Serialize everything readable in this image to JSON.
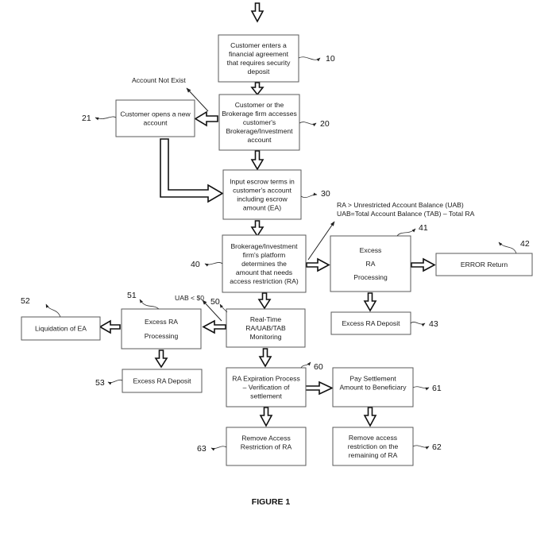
{
  "figure": {
    "caption": "FIGURE 1",
    "boxes": {
      "b10": [
        "Customer enters a",
        "financial agreement",
        "that requires security",
        "deposit"
      ],
      "b21": [
        "Customer opens a new",
        "account"
      ],
      "b20": [
        "Customer or the",
        "Brokerage firm accesses",
        "customer's",
        "Brokerage/Investment",
        "account"
      ],
      "b30": [
        "Input escrow terms in",
        "customer's account",
        "including escrow",
        "amount (EA)"
      ],
      "b40": [
        "Brokerage/Investment",
        "firm's platform",
        "determines the",
        "amount that needs",
        "access restriction (RA)"
      ],
      "b41": [
        "Excess",
        "RA",
        "Processing"
      ],
      "b42": [
        "ERROR Return"
      ],
      "b43": [
        "Excess RA Deposit"
      ],
      "b50": [
        "Real-Time",
        "RA/UAB/TAB",
        "Monitoring"
      ],
      "b51": [
        "Excess RA",
        "Processing"
      ],
      "b52": [
        "Liquidation of EA"
      ],
      "b53": [
        "Excess RA Deposit"
      ],
      "b60": [
        "RA Expiration Process",
        "– Verification of",
        "settlement"
      ],
      "b61": [
        "Pay Settlement",
        "Amount to Beneficiary"
      ],
      "b62": [
        "Remove access",
        "restriction on the",
        "remaining of RA"
      ],
      "b63": [
        "Remove Access",
        "Restriction of RA"
      ]
    },
    "labels": {
      "account_not_exist": "Account Not Exist",
      "ra_gt_uab": "RA > Unrestricted Account Balance (UAB)",
      "uab_eq": "UAB=Total Account Balance (TAB) – Total RA",
      "uab_lt_zero": "UAB < $0"
    },
    "refs": {
      "r10": "10",
      "r20": "20",
      "r21": "21",
      "r30": "30",
      "r40": "40",
      "r41": "41",
      "r42": "42",
      "r43": "43",
      "r50": "50",
      "r51": "51",
      "r52": "52",
      "r53": "53",
      "r60": "60",
      "r61": "61",
      "r62": "62",
      "r63": "63"
    }
  }
}
